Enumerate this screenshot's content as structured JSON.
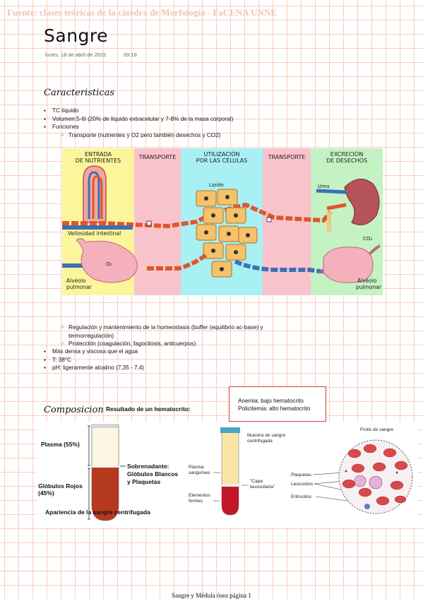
{
  "header": {
    "source": "Fuente: clases teóricas de la cátedra de Morfología - FaCENA UNNE",
    "title": "Sangre",
    "date": "lunes, 18 de abril de 2022",
    "time": "09:18"
  },
  "section1": {
    "heading": "Caracteristicas",
    "bullets": [
      "TC líquido",
      "Volumen:5-6l (20% de líquido extracelular y 7-8% de la masa corporal)",
      "Funciones"
    ],
    "sub1": "Transporte (nutrientes y O2 pero también desechos y CO2)",
    "sub2": "Regulación y mantenimiento de la homeostasis (buffer (equilibrio ac-base) y termorregulación)",
    "sub3": "Protección (coagulación, fagocitosis, anticuerpos)",
    "bullets2": [
      "Más densa y viscosa que el agua",
      "T: 38°C",
      "pH: ligeramente alcalino (7,35 - 7,4)"
    ]
  },
  "diagram": {
    "col1": "ENTRADA\nDE NUTRIENTES",
    "col2": "TRANSPORTE",
    "col3": "UTILIZACIÓN\nPOR LAS CÉLULAS",
    "col4": "TRANSPORTE",
    "col5": "EXCRECIÓN\nDE DESECHOS",
    "vellosidad": "Vellosidad intestinal",
    "alveolo_left": "Alvéolo\npulmonar",
    "alveolo_right": "Alvéolo\npulmonar",
    "o2": "O₂",
    "co2": "CO₂",
    "urea": "Urea",
    "lipido": "Lípido",
    "colors": {
      "yellow": "#fbf59c",
      "pink": "#f9c3cc",
      "cyan": "#a8f0f4",
      "green": "#c4f2c2",
      "artery": "#e0562b",
      "vein": "#3d6fb7"
    }
  },
  "section2": {
    "heading": "Composicion",
    "hematocrito_label": "Resultado de un hematocrito:",
    "anemia": "Anemia: bajo hematocrito",
    "policitemia": "Policitemia: alto hematocrito"
  },
  "tube1": {
    "plasma": "Plasma (55%)",
    "globulos": "Glóbulos Rojos",
    "globulos_pct": "(45%)",
    "sobrenadante": "Sobrenadante:",
    "blancos": "Glóbulos Blancos",
    "plaquetas": "y Plaquetas",
    "caption": "Apariencia de la sangre centrifugada"
  },
  "tube2": {
    "muestra": "Muestra de sangre",
    "centrifugada": "centrifugada",
    "plasma": "Plasma",
    "sanguineo": "sanguíneo",
    "capa": "\"Capa",
    "leucocitaria": "leucocitaria\"",
    "elementos": "Elementos",
    "formes": "formes",
    "plaquetas": "Plaquetas",
    "leucocitos": "Leucocitos",
    "eritrocitos": "Eritrocitos",
    "frotis": "Frotis de sangre"
  },
  "footer": {
    "text": "Sangre y Médula ósea página 1"
  }
}
